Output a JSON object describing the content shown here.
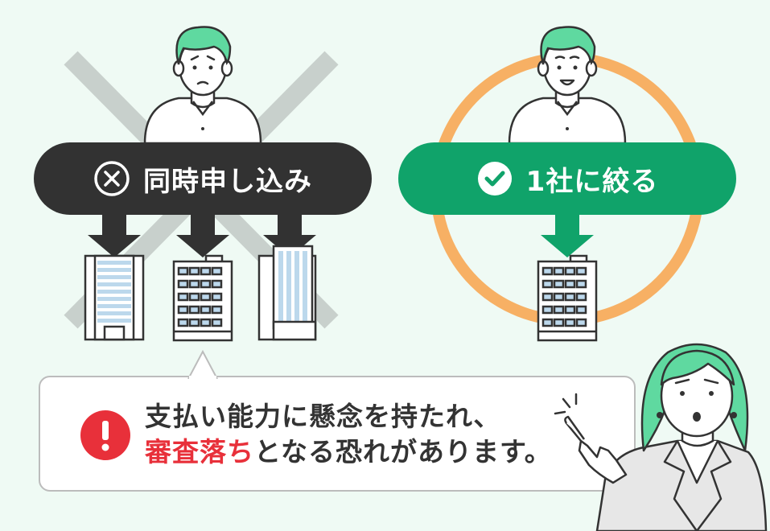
{
  "left_panel": {
    "label": "同時申し込み",
    "icon": "x-circle-icon",
    "pill_color": "#323232",
    "cross_color": "#c8d0cc"
  },
  "right_panel": {
    "label": "1社に絞る",
    "icon": "check-circle-icon",
    "pill_color": "#10a36a",
    "ring_color": "#f7b064"
  },
  "callout": {
    "line1": "支払い能力に懸念を持たれ、",
    "line2_highlight": "審査落ち",
    "line2_rest": "となる恐れがあります。",
    "highlight_color": "#e8303a",
    "icon": "exclamation-icon"
  },
  "colors": {
    "background": "#effaf4",
    "hair": "#5fd9a0",
    "arrow_dark": "#323232",
    "arrow_green": "#10a36a",
    "window_blue": "#bcd8ec"
  }
}
